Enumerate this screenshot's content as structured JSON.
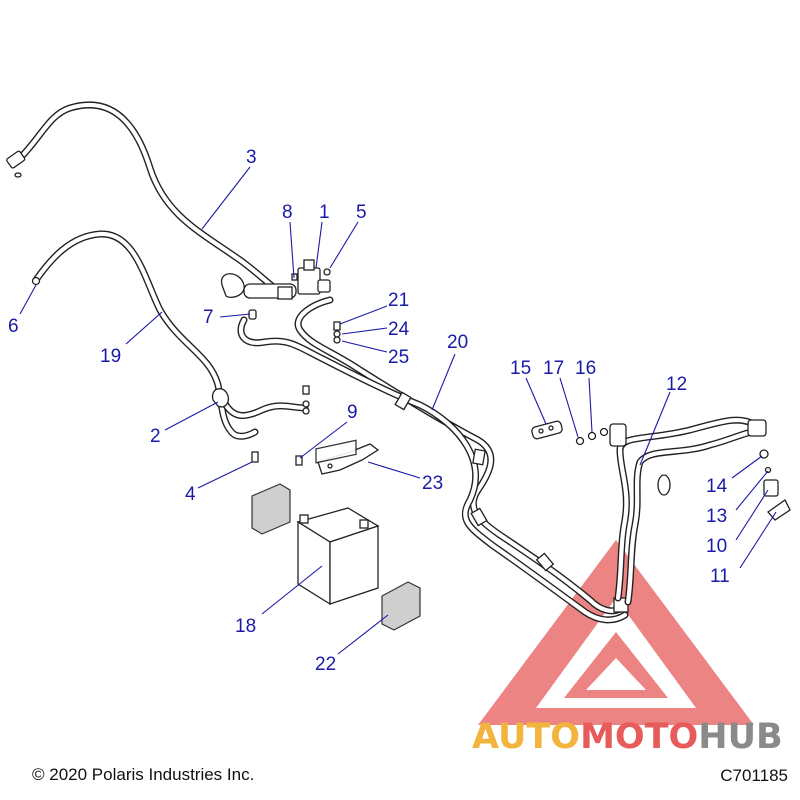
{
  "diagram": {
    "callouts": [
      {
        "id": "c1",
        "label": "1"
      },
      {
        "id": "c2",
        "label": "2"
      },
      {
        "id": "c3",
        "label": "3"
      },
      {
        "id": "c4",
        "label": "4"
      },
      {
        "id": "c5",
        "label": "5"
      },
      {
        "id": "c6",
        "label": "6"
      },
      {
        "id": "c7",
        "label": "7"
      },
      {
        "id": "c8",
        "label": "8"
      },
      {
        "id": "c9",
        "label": "9"
      },
      {
        "id": "c10",
        "label": "10"
      },
      {
        "id": "c11",
        "label": "11"
      },
      {
        "id": "c12",
        "label": "12"
      },
      {
        "id": "c13",
        "label": "13"
      },
      {
        "id": "c14",
        "label": "14"
      },
      {
        "id": "c15",
        "label": "15"
      },
      {
        "id": "c16",
        "label": "16"
      },
      {
        "id": "c17",
        "label": "17"
      },
      {
        "id": "c18",
        "label": "18"
      },
      {
        "id": "c19",
        "label": "19"
      },
      {
        "id": "c20",
        "label": "20"
      },
      {
        "id": "c21",
        "label": "21"
      },
      {
        "id": "c22",
        "label": "22"
      },
      {
        "id": "c23",
        "label": "23"
      },
      {
        "id": "c24",
        "label": "24"
      },
      {
        "id": "c25",
        "label": "25"
      }
    ],
    "colors": {
      "callout": "#1a1aa8",
      "line_art": "#222222",
      "logo_red": "#e85b5b",
      "logo_orange": "#f2b43c",
      "logo_grey": "#8a8a8a"
    }
  },
  "footer": {
    "copyright": "© 2020 Polaris Industries Inc.",
    "diagram_id": "C701185"
  },
  "watermark": {
    "part1": "AUTO",
    "part2": "MOTO",
    "part3": "HUB"
  }
}
